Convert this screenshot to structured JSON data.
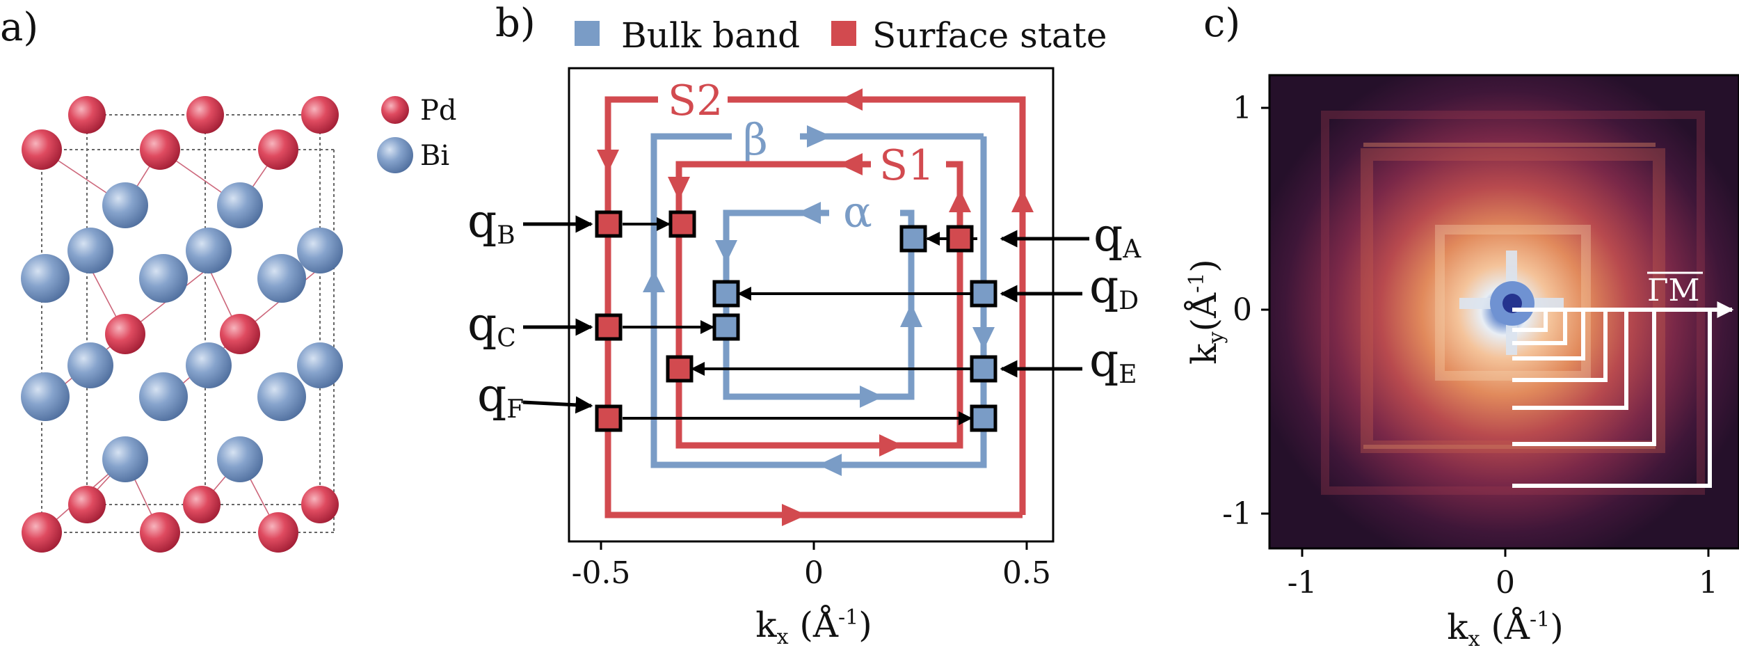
{
  "panels": {
    "a": "a)",
    "b": "b)",
    "c": "c)"
  },
  "panel_a": {
    "legend": [
      {
        "label": "Pd",
        "color": "#d8435a"
      },
      {
        "label": "Bi",
        "color": "#7f9dc8"
      }
    ]
  },
  "panel_b": {
    "legend": [
      {
        "label": "Bulk band",
        "color": "#7a9cc6"
      },
      {
        "label": "Surface state",
        "color": "#d24a4f"
      }
    ],
    "band_labels": {
      "s2": "S2",
      "s1": "S1",
      "beta": "β",
      "alpha": "α"
    },
    "q_labels": {
      "qA": {
        "main": "q",
        "sub": "A"
      },
      "qB": {
        "main": "q",
        "sub": "B"
      },
      "qC": {
        "main": "q",
        "sub": "C"
      },
      "qD": {
        "main": "q",
        "sub": "D"
      },
      "qE": {
        "main": "q",
        "sub": "E"
      },
      "qF": {
        "main": "q",
        "sub": "F"
      }
    },
    "x_ticks": [
      "-0.5",
      "0",
      "0.5"
    ],
    "xlabel": {
      "pre": "k",
      "sub": "x",
      "mid": " (Å",
      "sup": "-1",
      "post": ")"
    }
  },
  "panel_c": {
    "x_ticks": [
      "-1",
      "0",
      "1"
    ],
    "y_ticks": [
      "1",
      "0",
      "-1"
    ],
    "xlabel": {
      "pre": "k",
      "sub": "x",
      "mid": " (Å",
      "sup": "-1",
      "post": ")"
    },
    "ylabel": {
      "pre": "k",
      "sub": "y",
      "mid": "(Å",
      "sup": "-1",
      "post": ")"
    },
    "direction_label": "ΓM"
  },
  "colors": {
    "bulk": "#7a9cc6",
    "surface": "#d24a4f",
    "pd": "#d8435a",
    "bi": "#7f9dc8"
  }
}
